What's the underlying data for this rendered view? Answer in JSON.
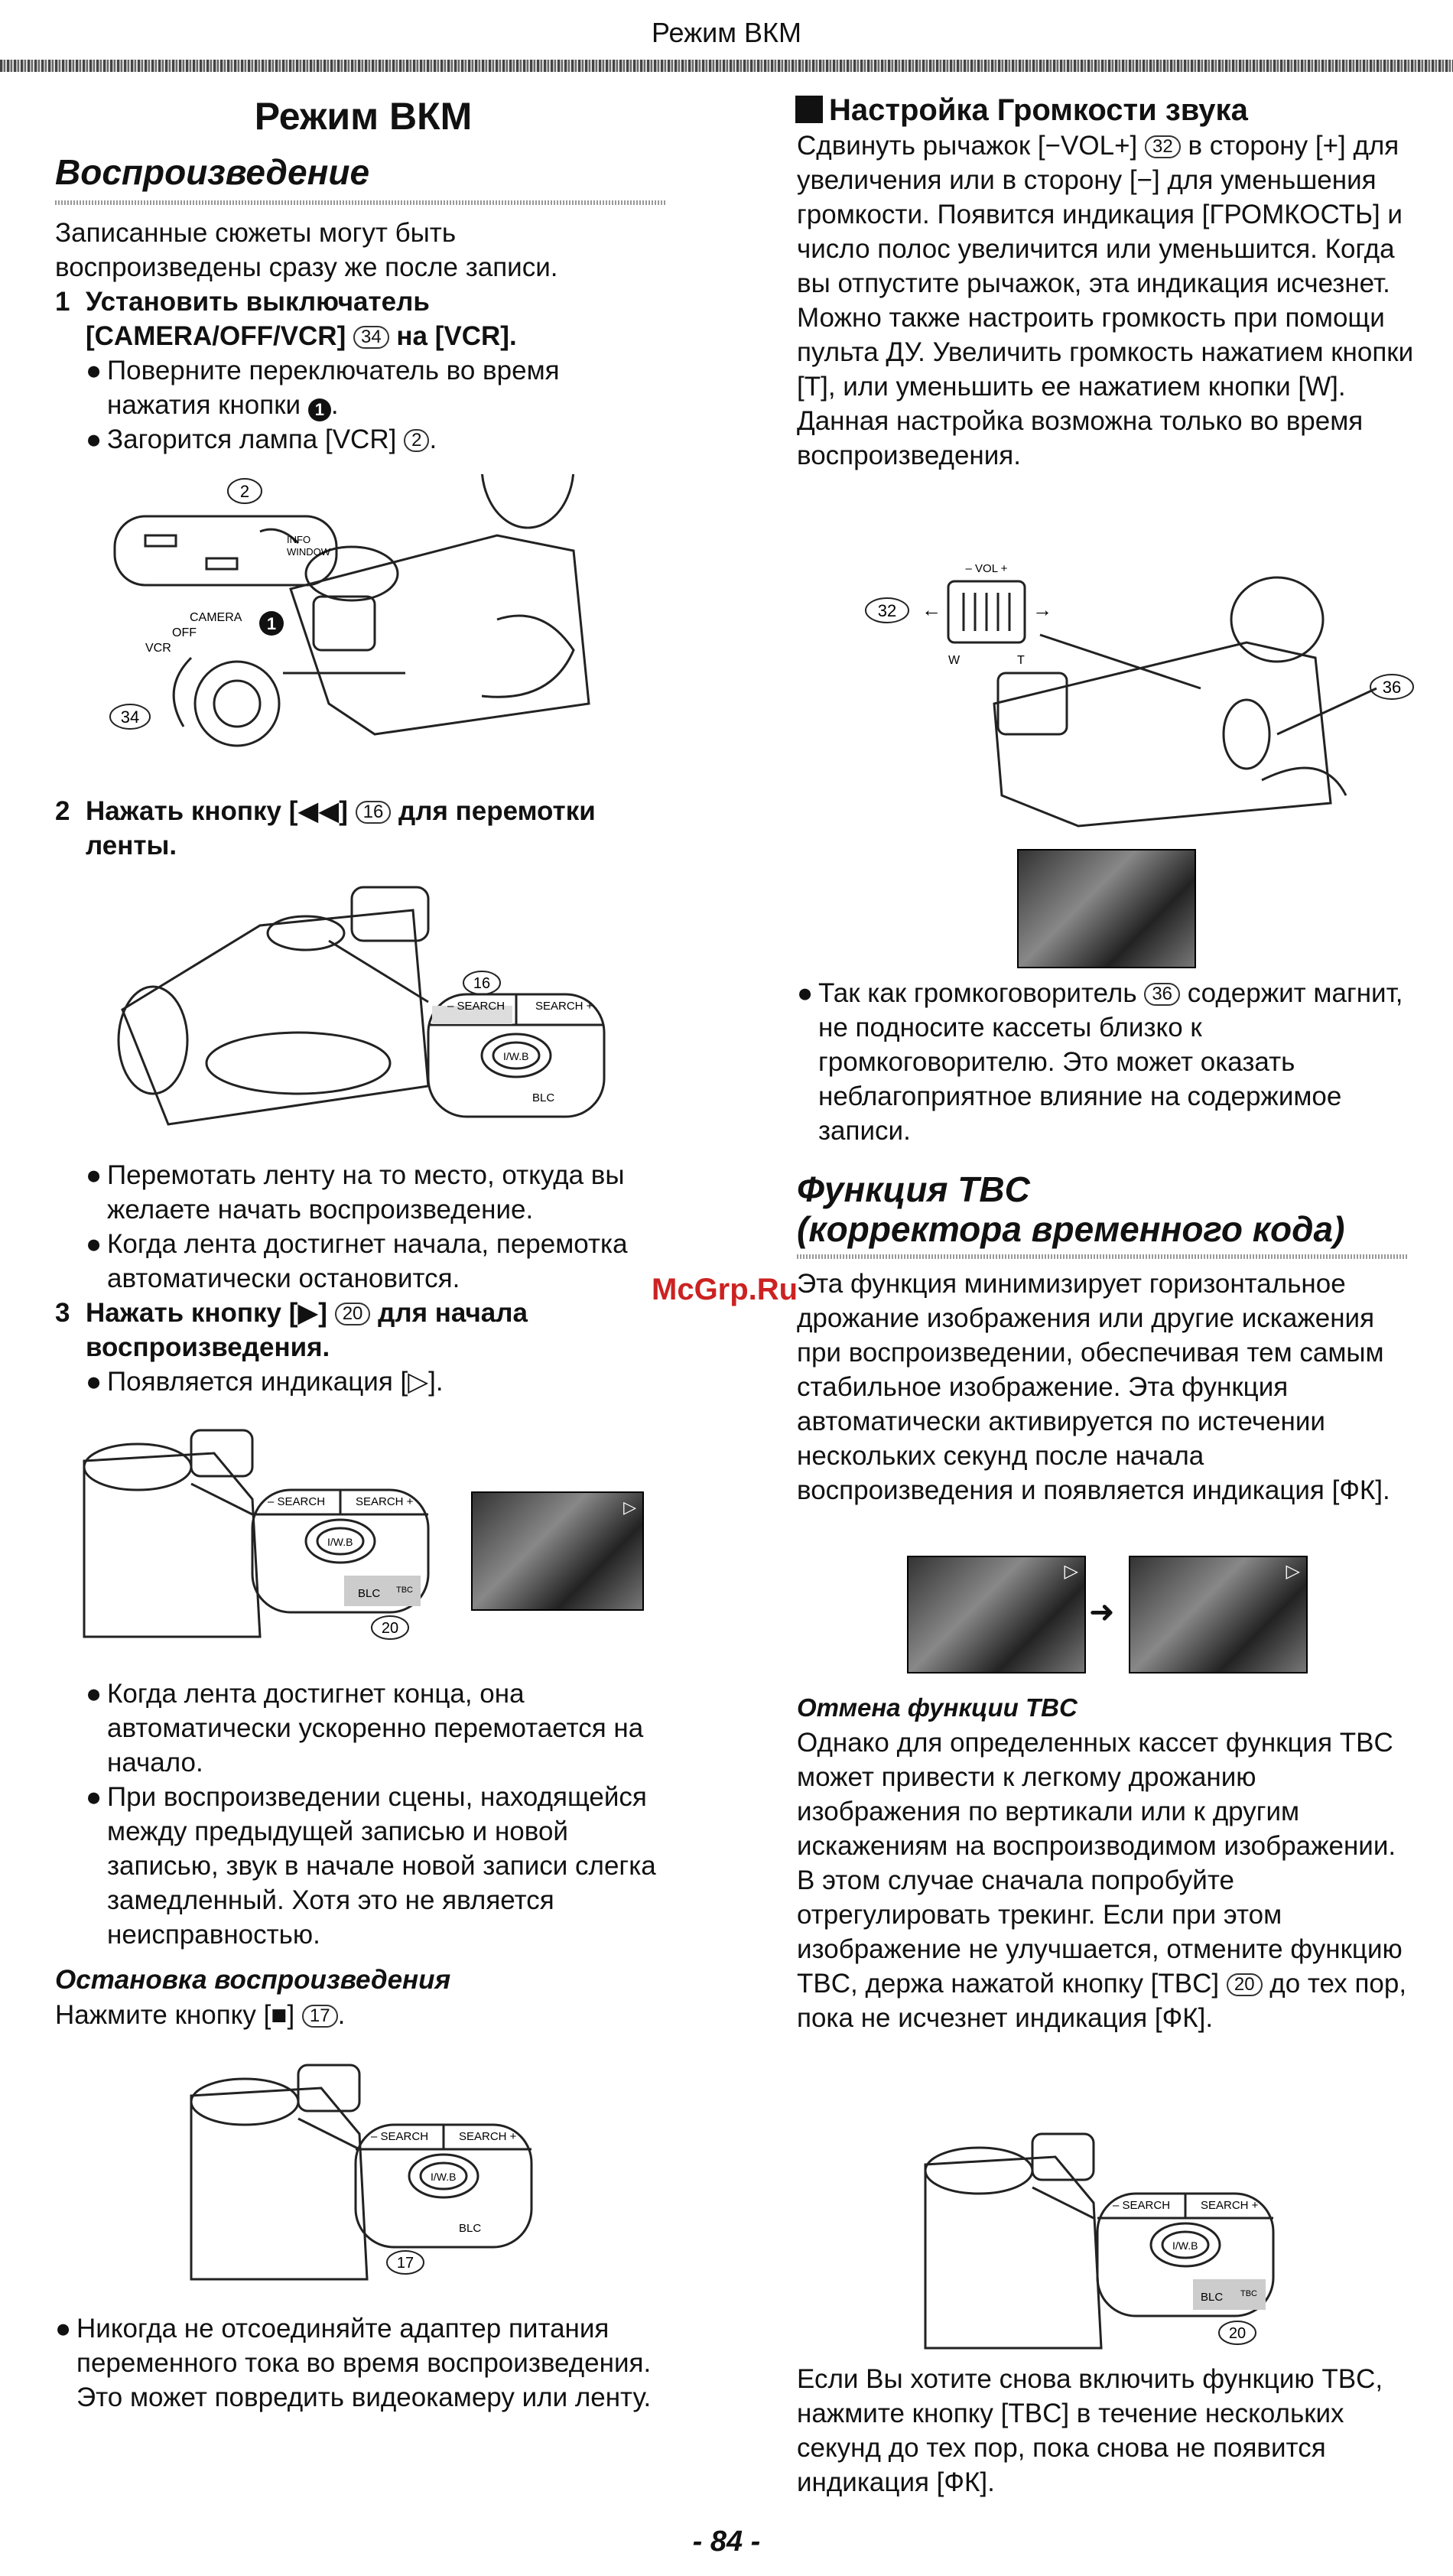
{
  "header": {
    "title": "Режим ВКМ"
  },
  "left": {
    "title": "Режим ВКМ",
    "playback": {
      "heading": "Воспроизведение",
      "intro": "Записанные сюжеты могут быть воспроизведены сразу же после записи.",
      "step1": {
        "num": "1",
        "text_a": "Установить выключатель [CAMERA/OFF/VCR]",
        "ref": "34",
        "text_b": "на [VCR].",
        "bullet1_a": "Поверните переключатель во время нажатия кнопки",
        "bullet1_mark": "1",
        "bullet1_b": ".",
        "bullet2_a": "Загорится лампа [VCR]",
        "bullet2_ref": "2",
        "bullet2_b": "."
      },
      "fig1": {
        "ref_top": "2",
        "ref_btn": "1",
        "ref_dial": "34",
        "switch_camera": "CAMERA",
        "switch_off": "OFF",
        "switch_vcr": "VCR",
        "lamp_label1": "INFO",
        "lamp_label2": "WINDOW"
      },
      "step2": {
        "num": "2",
        "text_a": "Нажать кнопку [◀◀]",
        "ref": "16",
        "text_b": "для перемотки ленты.",
        "bullet1": "Перемотать ленту на то место, откуда вы желаете начать воспроизведение.",
        "bullet2": "Когда лента достигнет начала, перемотка автоматически остановится."
      },
      "fig2": {
        "ref": "16",
        "search_minus": "– SEARCH",
        "search_plus": "SEARCH +",
        "iwb": "I/W.B",
        "blc": "BLC"
      },
      "step3": {
        "num": "3",
        "text_a": "Нажать кнопку [▶]",
        "ref": "20",
        "text_b": "для начала воспроизведения.",
        "bullet1": "Появляется индикация [▷]."
      },
      "fig3": {
        "ref": "20",
        "search_minus": "– SEARCH",
        "search_plus": "SEARCH +",
        "iwb": "I/W.B",
        "blc": "BLC",
        "tbc": "TBC",
        "indicator": "▷"
      },
      "after": {
        "bullet1": "Когда лента достигнет конца, она автоматически ускоренно перемотается на начало.",
        "bullet2": "При воспроизведении сцены, находящейся между предыдущей записью и новой записью, звук в начале новой записи слегка замедленный. Хотя это не является неисправностью."
      },
      "stop": {
        "heading": "Остановка воспроизведения",
        "text_a": "Нажмите кнопку [■]",
        "ref": "17",
        "text_b": "."
      },
      "fig4": {
        "ref": "17",
        "search_minus": "– SEARCH",
        "search_plus": "SEARCH +",
        "iwb": "I/W.B",
        "blc": "BLC"
      },
      "warning": "Никогда не отсоединяйте адаптер питания переменного тока во время воспроизведения. Это может повредить видеокамеру или ленту."
    }
  },
  "right": {
    "volume": {
      "heading": "Настройка Громкости звука",
      "p1_a": "Сдвинуть рычажок [−VOL+]",
      "p1_ref": "32",
      "p1_b": "в сторону [+] для увеличения или в сторону [−] для уменьшения громкости. Появится индикация [ГРОМКОСТЬ] и число полос увеличится или уменьшится. Когда вы отпустите рычажок, эта индикация исчезнет.",
      "p2": "Можно также настроить громкость при помощи пульта ДУ. Увеличить громкость нажатием кнопки [T], или уменьшить ее нажатием кнопки [W]. Данная настройка возможна только во время воспроизведения."
    },
    "fig5": {
      "ref_lever": "32",
      "ref_speaker": "36",
      "vol_label": "– VOL +",
      "w": "W",
      "t": "T"
    },
    "speaker_note_a": "Так как громкоговоритель",
    "speaker_note_ref": "36",
    "speaker_note_b": "содержит магнит, не подносите кассеты близко к громкоговорителю. Это может оказать неблагоприятное влияние на содержимое записи.",
    "tbc": {
      "heading_line1": "Функция TBC",
      "heading_line2": "(корректора временного кода)",
      "text": "Эта функция минимизирует горизонтальное дрожание изображения или другие искажения при воспроизведении, обеспечивая тем самым стабильное изображение. Эта функция автоматически активируется по истечении нескольких секунд после начала воспроизведения и появляется индикация [ФК].",
      "cancel_heading": "Отмена функции TBC",
      "cancel_p1": "Однако для определенных кассет функция TBC может привести к легкому дрожанию изображения по вертикали или к другим искажениям на воспроизводимом изображении.",
      "cancel_p2_a": "В этом случае сначала попробуйте отрегулировать трекинг. Если при этом изображение не улучшается, отмените функцию TBC, держа нажатой кнопку [TBC]",
      "cancel_p2_ref": "20",
      "cancel_p2_b": "до тех пор, пока не исчезнет индикация [ФК].",
      "final": "Если Вы хотите снова включить функцию TBC, нажмите кнопку [TBC] в течение нескольких секунд до тех пор, пока снова не появится индикация [ФК]."
    },
    "fig6": {
      "ref": "20",
      "search_minus": "– SEARCH",
      "search_plus": "SEARCH +",
      "iwb": "I/W.B",
      "blc": "BLC",
      "tbc": "TBC"
    }
  },
  "watermark": "McGrp.Ru",
  "page_number": "- 84 -"
}
